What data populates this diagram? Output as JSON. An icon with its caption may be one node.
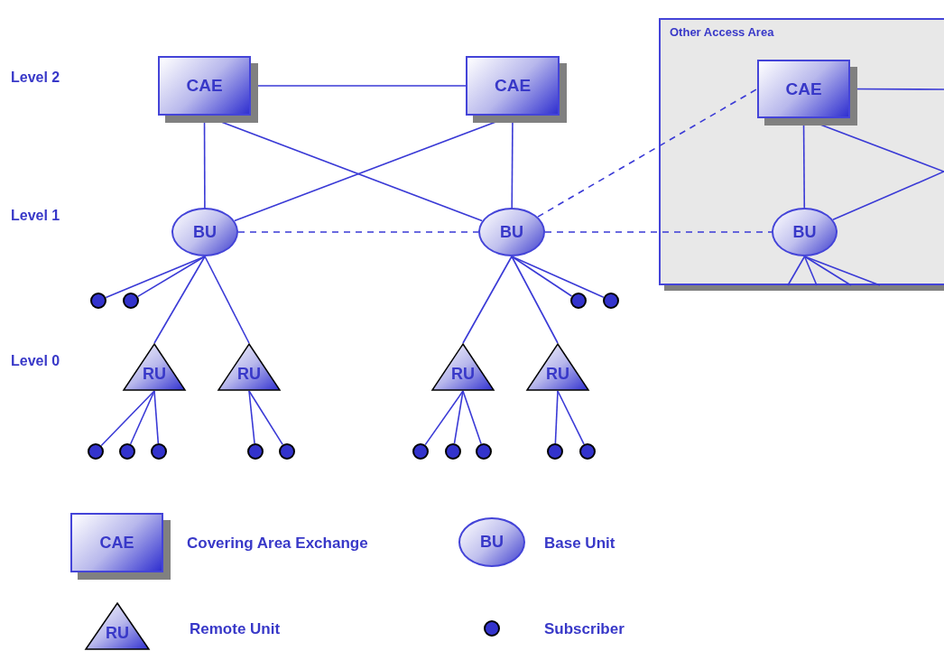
{
  "diagram": {
    "nodes": [
      {
        "text": [
          "CAE"
        ]
      },
      {
        "text": [
          "CAE"
        ]
      },
      {
        "text": [
          "Other Access Area"
        ]
      },
      {
        "text": [
          "CAE"
        ],
        "in": 2
      },
      {
        "text": [
          "BU"
        ]
      },
      {
        "text": [
          "BU"
        ]
      },
      {
        "text": [
          "BU"
        ],
        "in": 2
      },
      {
        "text": [
          "RU"
        ]
      },
      {
        "text": [
          "RU"
        ]
      },
      {
        "text": [
          "RU"
        ]
      },
      {
        "text": [
          "RU"
        ]
      },
      {
        "text": [],
        "shape": "circle"
      },
      {
        "text": [],
        "shape": "circle"
      },
      {
        "text": [],
        "shape": "circle"
      },
      {
        "text": [],
        "shape": "circle"
      },
      {
        "text": [],
        "shape": "circle"
      },
      {
        "text": [],
        "shape": "circle"
      },
      {
        "text": [],
        "shape": "circle"
      },
      {
        "text": [],
        "shape": "circle"
      },
      {
        "text": [],
        "shape": "circle"
      },
      {
        "text": [],
        "shape": "circle"
      },
      {
        "text": [],
        "shape": "circle"
      },
      {
        "text": [],
        "shape": "circle"
      },
      {
        "text": [],
        "shape": "circle"
      },
      {
        "text": [],
        "shape": "circle"
      }
    ],
    "edges": [
      {
        "from": 0,
        "to": 1,
        "arrow": "none"
      },
      {
        "from": 0,
        "to": 4,
        "arrow": "none"
      },
      {
        "from": 0,
        "to": 5,
        "arrow": "none"
      },
      {
        "from": 1,
        "to": 4,
        "arrow": "none"
      },
      {
        "from": 1,
        "to": 5,
        "arrow": "none"
      },
      {
        "from": 4,
        "to": 5,
        "arrow": "none",
        "style": "dashed"
      },
      {
        "from": 5,
        "to": 3,
        "arrow": "none",
        "style": "dashed"
      },
      {
        "from": 5,
        "to": 6,
        "arrow": "none",
        "style": "dashed"
      },
      {
        "from": 3,
        "to": null,
        "arrow": "none"
      },
      {
        "from": 3,
        "to": null,
        "arrow": "none"
      },
      {
        "from": 3,
        "to": 6,
        "arrow": "none"
      },
      {
        "from": 6,
        "to": null,
        "arrow": "none"
      },
      {
        "from": 6,
        "to": null,
        "arrow": "none"
      },
      {
        "from": 6,
        "to": null,
        "arrow": "none"
      },
      {
        "from": 6,
        "to": null,
        "arrow": "none"
      },
      {
        "from": 6,
        "to": null,
        "arrow": "none"
      },
      {
        "from": 4,
        "to": 11,
        "arrow": "none"
      },
      {
        "from": 4,
        "to": 12,
        "arrow": "none"
      },
      {
        "from": 4,
        "to": 7,
        "arrow": "none"
      },
      {
        "from": 4,
        "to": 8,
        "arrow": "none"
      },
      {
        "from": 5,
        "to": 9,
        "arrow": "none"
      },
      {
        "from": 5,
        "to": 10,
        "arrow": "none"
      },
      {
        "from": 5,
        "to": 13,
        "arrow": "none"
      },
      {
        "from": 5,
        "to": 14,
        "arrow": "none"
      },
      {
        "from": 7,
        "to": 15,
        "arrow": "none"
      },
      {
        "from": 7,
        "to": 16,
        "arrow": "none"
      },
      {
        "from": 7,
        "to": 17,
        "arrow": "none"
      },
      {
        "from": 8,
        "to": 18,
        "arrow": "none"
      },
      {
        "from": 8,
        "to": 19,
        "arrow": "none"
      },
      {
        "from": 9,
        "to": 20,
        "arrow": "none"
      },
      {
        "from": 9,
        "to": 21,
        "arrow": "none"
      },
      {
        "from": 9,
        "to": 22,
        "arrow": "none"
      },
      {
        "from": 10,
        "to": 23,
        "arrow": "none"
      },
      {
        "from": 10,
        "to": 24,
        "arrow": "none"
      }
    ],
    "labels": [
      "Level 2",
      "Level 1",
      "Level 0",
      "CAE",
      "BU",
      "RU"
    ],
    "legend": [
      {
        "text": "Covering Area Exchange"
      },
      {
        "text": "Base Unit"
      },
      {
        "text": "Remote Unit"
      },
      {
        "text": "Subscriber"
      }
    ]
  }
}
